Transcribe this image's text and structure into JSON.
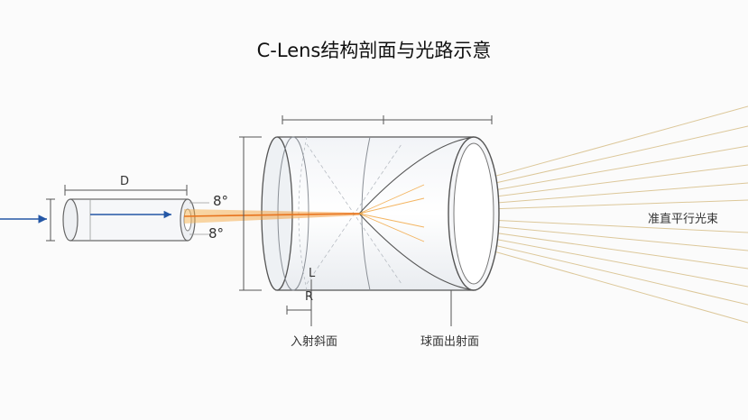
{
  "title": "C-Lens结构剖面与光路示意",
  "labels": {
    "d": "D",
    "angle_top": "8°",
    "angle_bottom": "8°",
    "l": "L",
    "r": "R",
    "incident_face": "入射斜面",
    "exit_face": "球面出射面",
    "collimated_beam": "准直平行光束"
  },
  "colors": {
    "beam": "#f2a33a",
    "beam_core": "#e8731c",
    "arrow": "#2457a6",
    "outline": "#555555",
    "fan": "#d9c28f"
  }
}
